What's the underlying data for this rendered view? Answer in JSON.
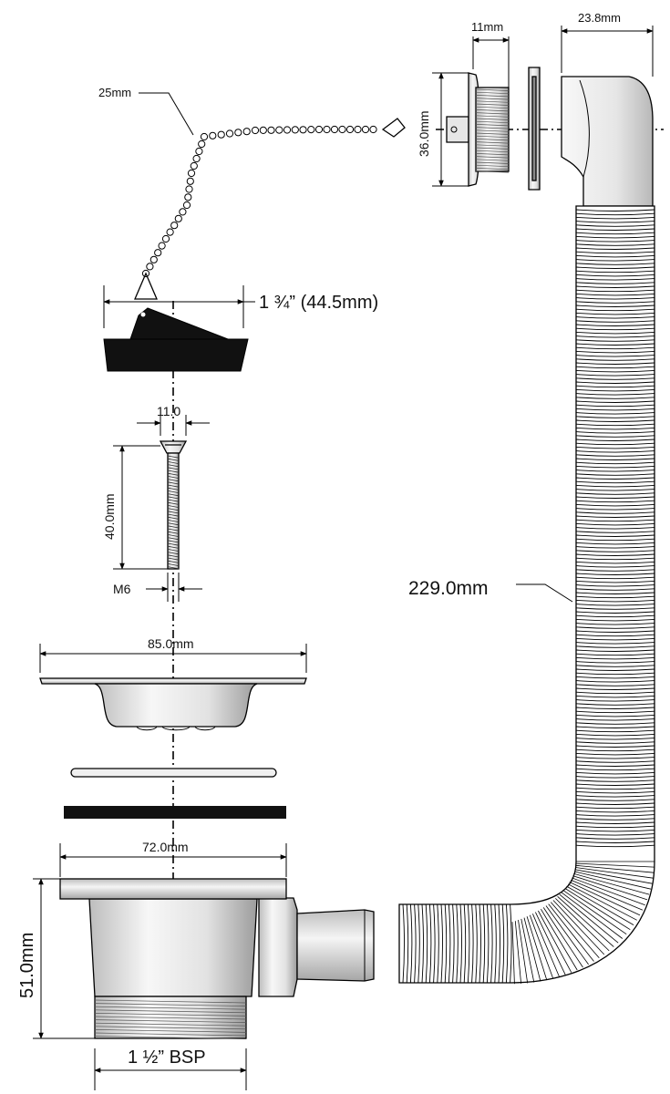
{
  "labels": {
    "chain_length": "25mm",
    "overflow_thread_length": "11mm",
    "elbow_width": "23.8mm",
    "overflow_diameter": "36.0mm",
    "plug_diameter": "1 ¾” (44.5mm)",
    "screw_head_width": "11.0",
    "screw_length": "40.0mm",
    "screw_thread": "M6",
    "flange_diameter": "85.0mm",
    "body_diameter": "72.0mm",
    "body_height": "51.0mm",
    "outlet_thread": "1 ½” BSP",
    "hose_length": "229.0mm"
  },
  "colors": {
    "line": "#000000",
    "metal_light": "#f4f4f4",
    "metal_mid": "#d9d9d9",
    "metal_dark": "#a8a8a8",
    "rubber": "#111111"
  }
}
